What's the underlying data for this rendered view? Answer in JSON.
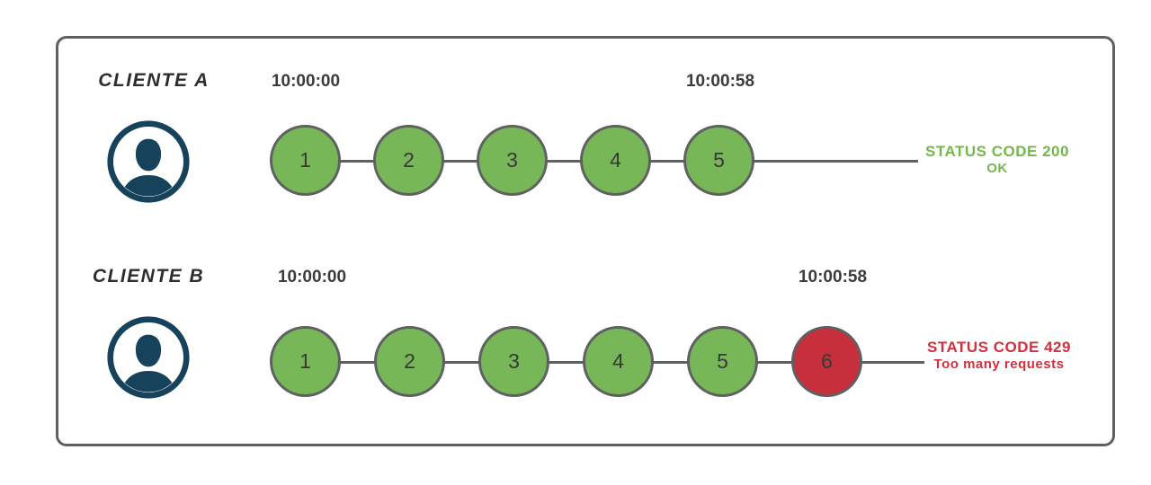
{
  "colors": {
    "green": "#77b757",
    "red": "#c72f3c",
    "navy": "#17425c",
    "line": "#5f6062",
    "status_green": "#74b74b",
    "status_red": "#d32f3d"
  },
  "clients": [
    {
      "name": "CLIENTE A",
      "avatar_icon": "user-icon",
      "start_time": "10:00:00",
      "end_time": "10:00:58",
      "requests": [
        {
          "label": "1",
          "state": "ok"
        },
        {
          "label": "2",
          "state": "ok"
        },
        {
          "label": "3",
          "state": "ok"
        },
        {
          "label": "4",
          "state": "ok"
        },
        {
          "label": "5",
          "state": "ok"
        }
      ],
      "status": {
        "line1": "STATUS CODE 200",
        "line2": "OK"
      }
    },
    {
      "name": "CLIENTE B",
      "avatar_icon": "user-icon",
      "start_time": "10:00:00",
      "end_time": "10:00:58",
      "requests": [
        {
          "label": "1",
          "state": "ok"
        },
        {
          "label": "2",
          "state": "ok"
        },
        {
          "label": "3",
          "state": "ok"
        },
        {
          "label": "4",
          "state": "ok"
        },
        {
          "label": "5",
          "state": "ok"
        },
        {
          "label": "6",
          "state": "blocked"
        }
      ],
      "status": {
        "line1": "STATUS CODE 429",
        "line2": "Too many requests"
      }
    }
  ]
}
